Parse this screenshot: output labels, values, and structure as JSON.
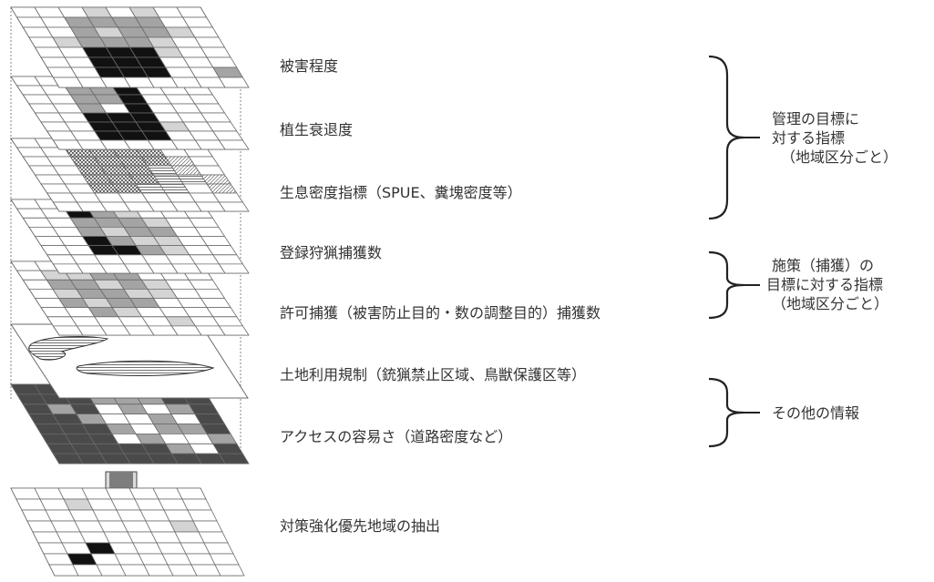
{
  "layers": [
    {
      "id": "damage",
      "label": "被害程度",
      "pattern": "grid",
      "cells": [
        [
          "w",
          "w",
          "w",
          "l",
          "w",
          "l",
          "w",
          "w"
        ],
        [
          "w",
          "w",
          "m",
          "m",
          "m",
          "m",
          "w",
          "w"
        ],
        [
          "w",
          "w",
          "m",
          "l",
          "m",
          "m",
          "l",
          "w"
        ],
        [
          "w",
          "l",
          "m",
          "m",
          "m",
          "l",
          "w",
          "w"
        ],
        [
          "w",
          "w",
          "b",
          "b",
          "b",
          "l",
          "w",
          "w"
        ],
        [
          "w",
          "w",
          "b",
          "b",
          "b",
          "w",
          "w",
          "w"
        ],
        [
          "w",
          "w",
          "b",
          "b",
          "b",
          "w",
          "w",
          "m"
        ],
        [
          "w",
          "w",
          "w",
          "w",
          "w",
          "w",
          "w",
          "w"
        ]
      ]
    },
    {
      "id": "vegetation",
      "label": "植生衰退度",
      "pattern": "grid",
      "cells": [
        [
          "w",
          "w",
          "w",
          "w",
          "w",
          "w",
          "w",
          "w"
        ],
        [
          "w",
          "w",
          "m",
          "m",
          "b",
          "w",
          "w",
          "w"
        ],
        [
          "w",
          "w",
          "m",
          "m",
          "b",
          "w",
          "w",
          "w"
        ],
        [
          "w",
          "w",
          "m",
          "w",
          "b",
          "w",
          "w",
          "w"
        ],
        [
          "w",
          "w",
          "b",
          "b",
          "b",
          "w",
          "w",
          "w"
        ],
        [
          "w",
          "w",
          "b",
          "b",
          "b",
          "l",
          "w",
          "w"
        ],
        [
          "w",
          "w",
          "b",
          "b",
          "b",
          "w",
          "w",
          "w"
        ],
        [
          "w",
          "w",
          "w",
          "w",
          "w",
          "w",
          "w",
          "w"
        ]
      ]
    },
    {
      "id": "density",
      "label": "生息密度指標（SPUE、糞塊密度等）",
      "pattern": "hatch",
      "cells": [
        [
          "w",
          "w",
          "w",
          "w",
          "w",
          "w",
          "w",
          "w"
        ],
        [
          "w",
          "w",
          "x",
          "x",
          "x",
          "x",
          "w",
          "w"
        ],
        [
          "w",
          "w",
          "x",
          "x",
          "x",
          "x",
          "s",
          "w"
        ],
        [
          "w",
          "w",
          "x",
          "x",
          "x",
          "h",
          "s",
          "w"
        ],
        [
          "w",
          "w",
          "x",
          "x",
          "x",
          "h",
          "h",
          "s"
        ],
        [
          "w",
          "w",
          "x",
          "x",
          "h",
          "h",
          "w",
          "s"
        ],
        [
          "w",
          "w",
          "w",
          "w",
          "w",
          "w",
          "w",
          "w"
        ],
        [
          "w",
          "w",
          "w",
          "w",
          "w",
          "w",
          "w",
          "w"
        ]
      ]
    },
    {
      "id": "registered-hunting",
      "label": "登録狩猟捕獲数",
      "pattern": "grid",
      "cells": [
        [
          "w",
          "w",
          "w",
          "w",
          "w",
          "w",
          "w",
          "w"
        ],
        [
          "w",
          "w",
          "b",
          "m",
          "l",
          "w",
          "w",
          "w"
        ],
        [
          "w",
          "w",
          "m",
          "m",
          "m",
          "l",
          "w",
          "w"
        ],
        [
          "w",
          "w",
          "m",
          "l",
          "m",
          "m",
          "w",
          "w"
        ],
        [
          "w",
          "w",
          "b",
          "m",
          "l",
          "l",
          "w",
          "w"
        ],
        [
          "w",
          "w",
          "b",
          "b",
          "m",
          "l",
          "w",
          "w"
        ],
        [
          "w",
          "w",
          "w",
          "w",
          "w",
          "w",
          "w",
          "w"
        ],
        [
          "w",
          "w",
          "w",
          "w",
          "w",
          "w",
          "w",
          "w"
        ]
      ]
    },
    {
      "id": "permit-capture",
      "label": "許可捕獲（被害防止目的・数の調整目的）捕獲数",
      "pattern": "grid",
      "cells": [
        [
          "w",
          "w",
          "w",
          "w",
          "w",
          "w",
          "w",
          "w"
        ],
        [
          "w",
          "l",
          "l",
          "m",
          "m",
          "w",
          "w",
          "w"
        ],
        [
          "w",
          "m",
          "m",
          "l",
          "m",
          "l",
          "w",
          "w"
        ],
        [
          "w",
          "l",
          "m",
          "m",
          "l",
          "l",
          "w",
          "w"
        ],
        [
          "w",
          "m",
          "l",
          "m",
          "m",
          "w",
          "w",
          "w"
        ],
        [
          "w",
          "w",
          "m",
          "l",
          "w",
          "w",
          "w",
          "w"
        ],
        [
          "w",
          "w",
          "w",
          "w",
          "w",
          "l",
          "w",
          "w"
        ],
        [
          "w",
          "w",
          "w",
          "w",
          "w",
          "w",
          "w",
          "w"
        ]
      ]
    },
    {
      "id": "land-use",
      "label": "土地利用規制（銃猟禁止区域、鳥獣保護区等）",
      "pattern": "shapes",
      "cells": []
    },
    {
      "id": "access",
      "label": "アクセスの容易さ（道路密度など）",
      "pattern": "grid",
      "cells": [
        [
          "d",
          "d",
          "m",
          "m",
          "m",
          "m",
          "m",
          "d"
        ],
        [
          "d",
          "d",
          "d",
          "m",
          "m",
          "m",
          "d",
          "d"
        ],
        [
          "d",
          "m",
          "d",
          "w",
          "m",
          "w",
          "m",
          "d"
        ],
        [
          "d",
          "d",
          "m",
          "w",
          "w",
          "m",
          "w",
          "d"
        ],
        [
          "d",
          "d",
          "d",
          "m",
          "w",
          "m",
          "m",
          "d"
        ],
        [
          "d",
          "d",
          "d",
          "w",
          "m",
          "w",
          "w",
          "m"
        ],
        [
          "d",
          "d",
          "d",
          "d",
          "d",
          "m",
          "w",
          "d"
        ],
        [
          "d",
          "d",
          "d",
          "d",
          "d",
          "d",
          "d",
          "d"
        ]
      ]
    }
  ],
  "result_layer": {
    "id": "priority",
    "label": "対策強化優先地域の抽出",
    "cells": [
      [
        "w",
        "w",
        "w",
        "w",
        "w",
        "w",
        "w",
        "w"
      ],
      [
        "w",
        "w",
        "l",
        "w",
        "w",
        "w",
        "w",
        "w"
      ],
      [
        "w",
        "w",
        "w",
        "w",
        "w",
        "w",
        "w",
        "w"
      ],
      [
        "w",
        "w",
        "w",
        "w",
        "w",
        "w",
        "l",
        "w"
      ],
      [
        "w",
        "w",
        "w",
        "w",
        "w",
        "w",
        "w",
        "w"
      ],
      [
        "w",
        "w",
        "b",
        "w",
        "w",
        "w",
        "w",
        "w"
      ],
      [
        "w",
        "b",
        "w",
        "w",
        "w",
        "w",
        "w",
        "w"
      ],
      [
        "w",
        "w",
        "w",
        "w",
        "w",
        "w",
        "w",
        "w"
      ]
    ]
  },
  "groups": [
    {
      "id": "management-target",
      "lines": [
        "管理の目標に",
        "対する指標",
        "（地域区分ごと）"
      ]
    },
    {
      "id": "measure-target",
      "lines": [
        "施策（捕獲）の",
        "目標に対する指標",
        "（地域区分ごと）"
      ]
    },
    {
      "id": "other-info",
      "lines": [
        "その他の情報"
      ]
    }
  ],
  "colors": {
    "w": "#ffffff",
    "l": "#d4d4d4",
    "m": "#a4a4a4",
    "d": "#4a4a4a",
    "b": "#111111",
    "grid": "#6a6a6a",
    "text": "#333333",
    "arrow": "#7d7d7d"
  }
}
